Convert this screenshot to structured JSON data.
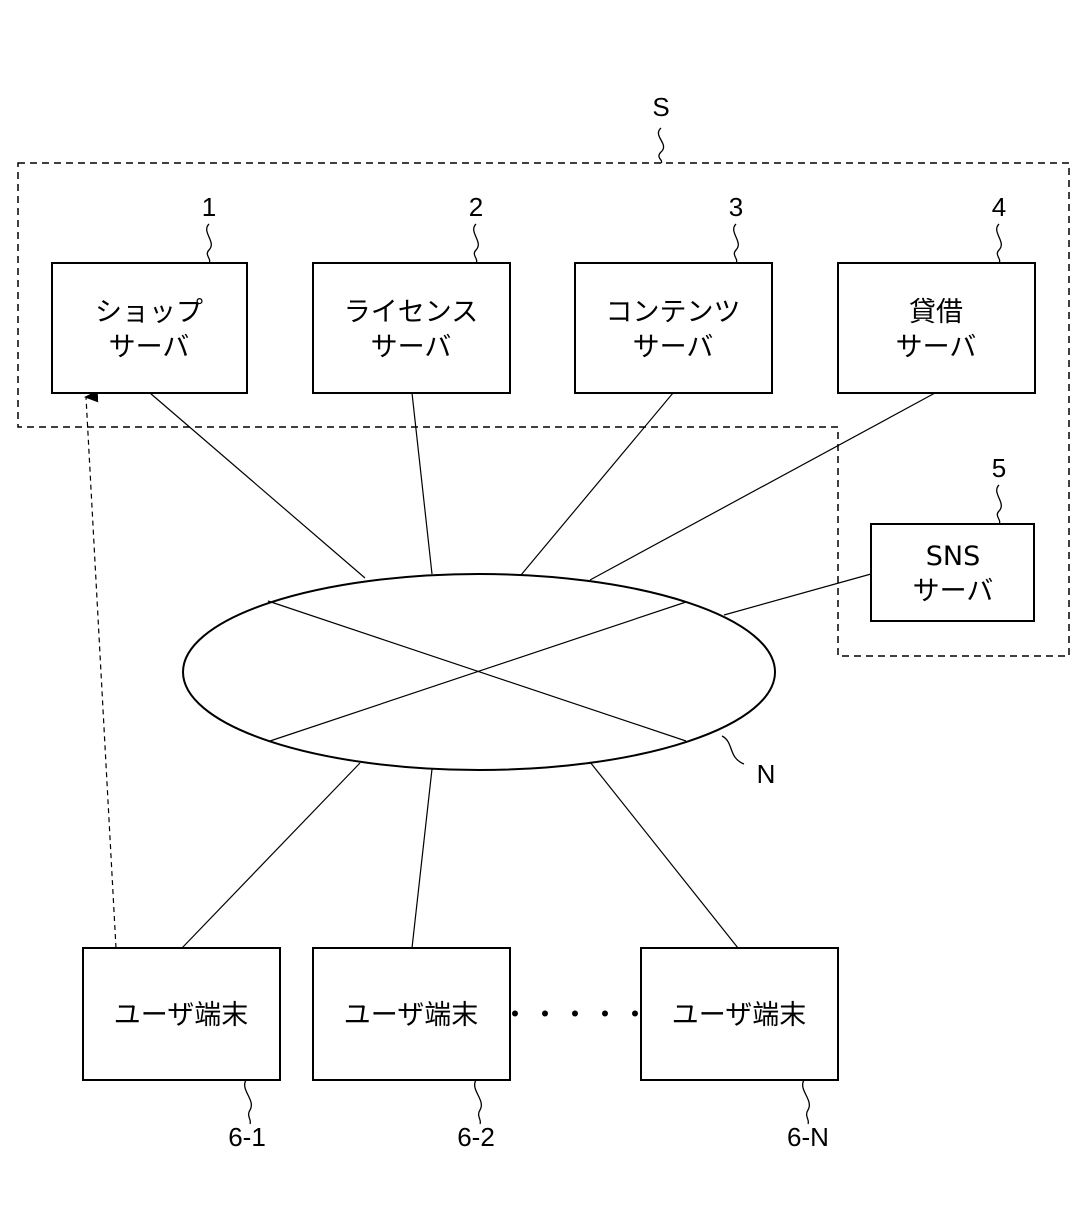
{
  "system_group": {
    "label": "S"
  },
  "network": {
    "label": "N"
  },
  "servers": [
    {
      "ref": "1",
      "line1": "ショップ",
      "line2": "サーバ"
    },
    {
      "ref": "2",
      "line1": "ライセンス",
      "line2": "サーバ"
    },
    {
      "ref": "3",
      "line1": "コンテンツ",
      "line2": "サーバ"
    },
    {
      "ref": "4",
      "line1": "貸借",
      "line2": "サーバ"
    },
    {
      "ref": "5",
      "line1": "SNS",
      "line2": "サーバ"
    }
  ],
  "terminals": [
    {
      "ref": "6-1",
      "label": "ユーザ端末"
    },
    {
      "ref": "6-2",
      "label": "ユーザ端末"
    },
    {
      "ref": "6-N",
      "label": "ユーザ端末"
    }
  ],
  "terminal_ellipsis": "・・・・・"
}
